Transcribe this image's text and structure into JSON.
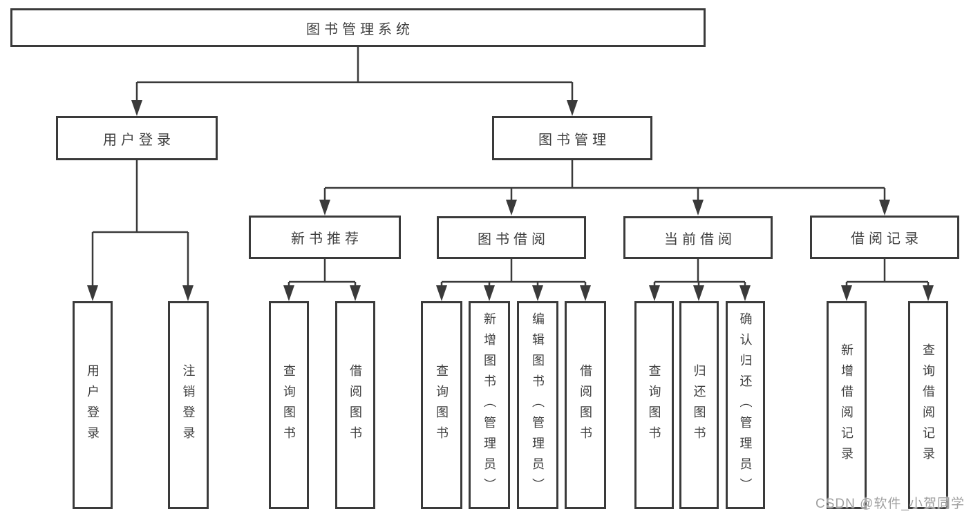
{
  "diagram_title": "图书管理系统",
  "colors": {
    "line": "#3a3a3a",
    "text": "#3f3f3f",
    "box_background": "#ffffff",
    "watermark": "#a0a0a0"
  },
  "root": {
    "label": "图书管理系统"
  },
  "level2": [
    {
      "id": "user-login",
      "label": "用户登录"
    },
    {
      "id": "book-management",
      "label": "图书管理"
    }
  ],
  "level3": [
    {
      "id": "new-book-recommend",
      "label": "新书推荐",
      "parent": "图书管理"
    },
    {
      "id": "book-borrowing",
      "label": "图书借阅",
      "parent": "图书管理"
    },
    {
      "id": "current-borrowing",
      "label": "当前借阅",
      "parent": "图书管理"
    },
    {
      "id": "borrowing-records",
      "label": "借阅记录",
      "parent": "图书管理"
    }
  ],
  "level4": [
    {
      "parent": "用户登录",
      "label": "用户登录"
    },
    {
      "parent": "用户登录",
      "label": "注销登录"
    },
    {
      "parent": "新书推荐",
      "label": "查询图书"
    },
    {
      "parent": "新书推荐",
      "label": "借阅图书"
    },
    {
      "parent": "图书借阅",
      "label": "查询图书"
    },
    {
      "parent": "图书借阅",
      "label": "新增图书（管理员）"
    },
    {
      "parent": "图书借阅",
      "label": "编辑图书（管理员）"
    },
    {
      "parent": "图书借阅",
      "label": "借阅图书"
    },
    {
      "parent": "当前借阅",
      "label": "查询图书"
    },
    {
      "parent": "当前借阅",
      "label": "归还图书"
    },
    {
      "parent": "当前借阅",
      "label": "确认归还（管理员）"
    },
    {
      "parent": "借阅记录",
      "label": "新增借阅记录"
    },
    {
      "parent": "借阅记录",
      "label": "查询借阅记录"
    }
  ],
  "watermark": {
    "text": "CSDN @软件_小贺同学"
  }
}
